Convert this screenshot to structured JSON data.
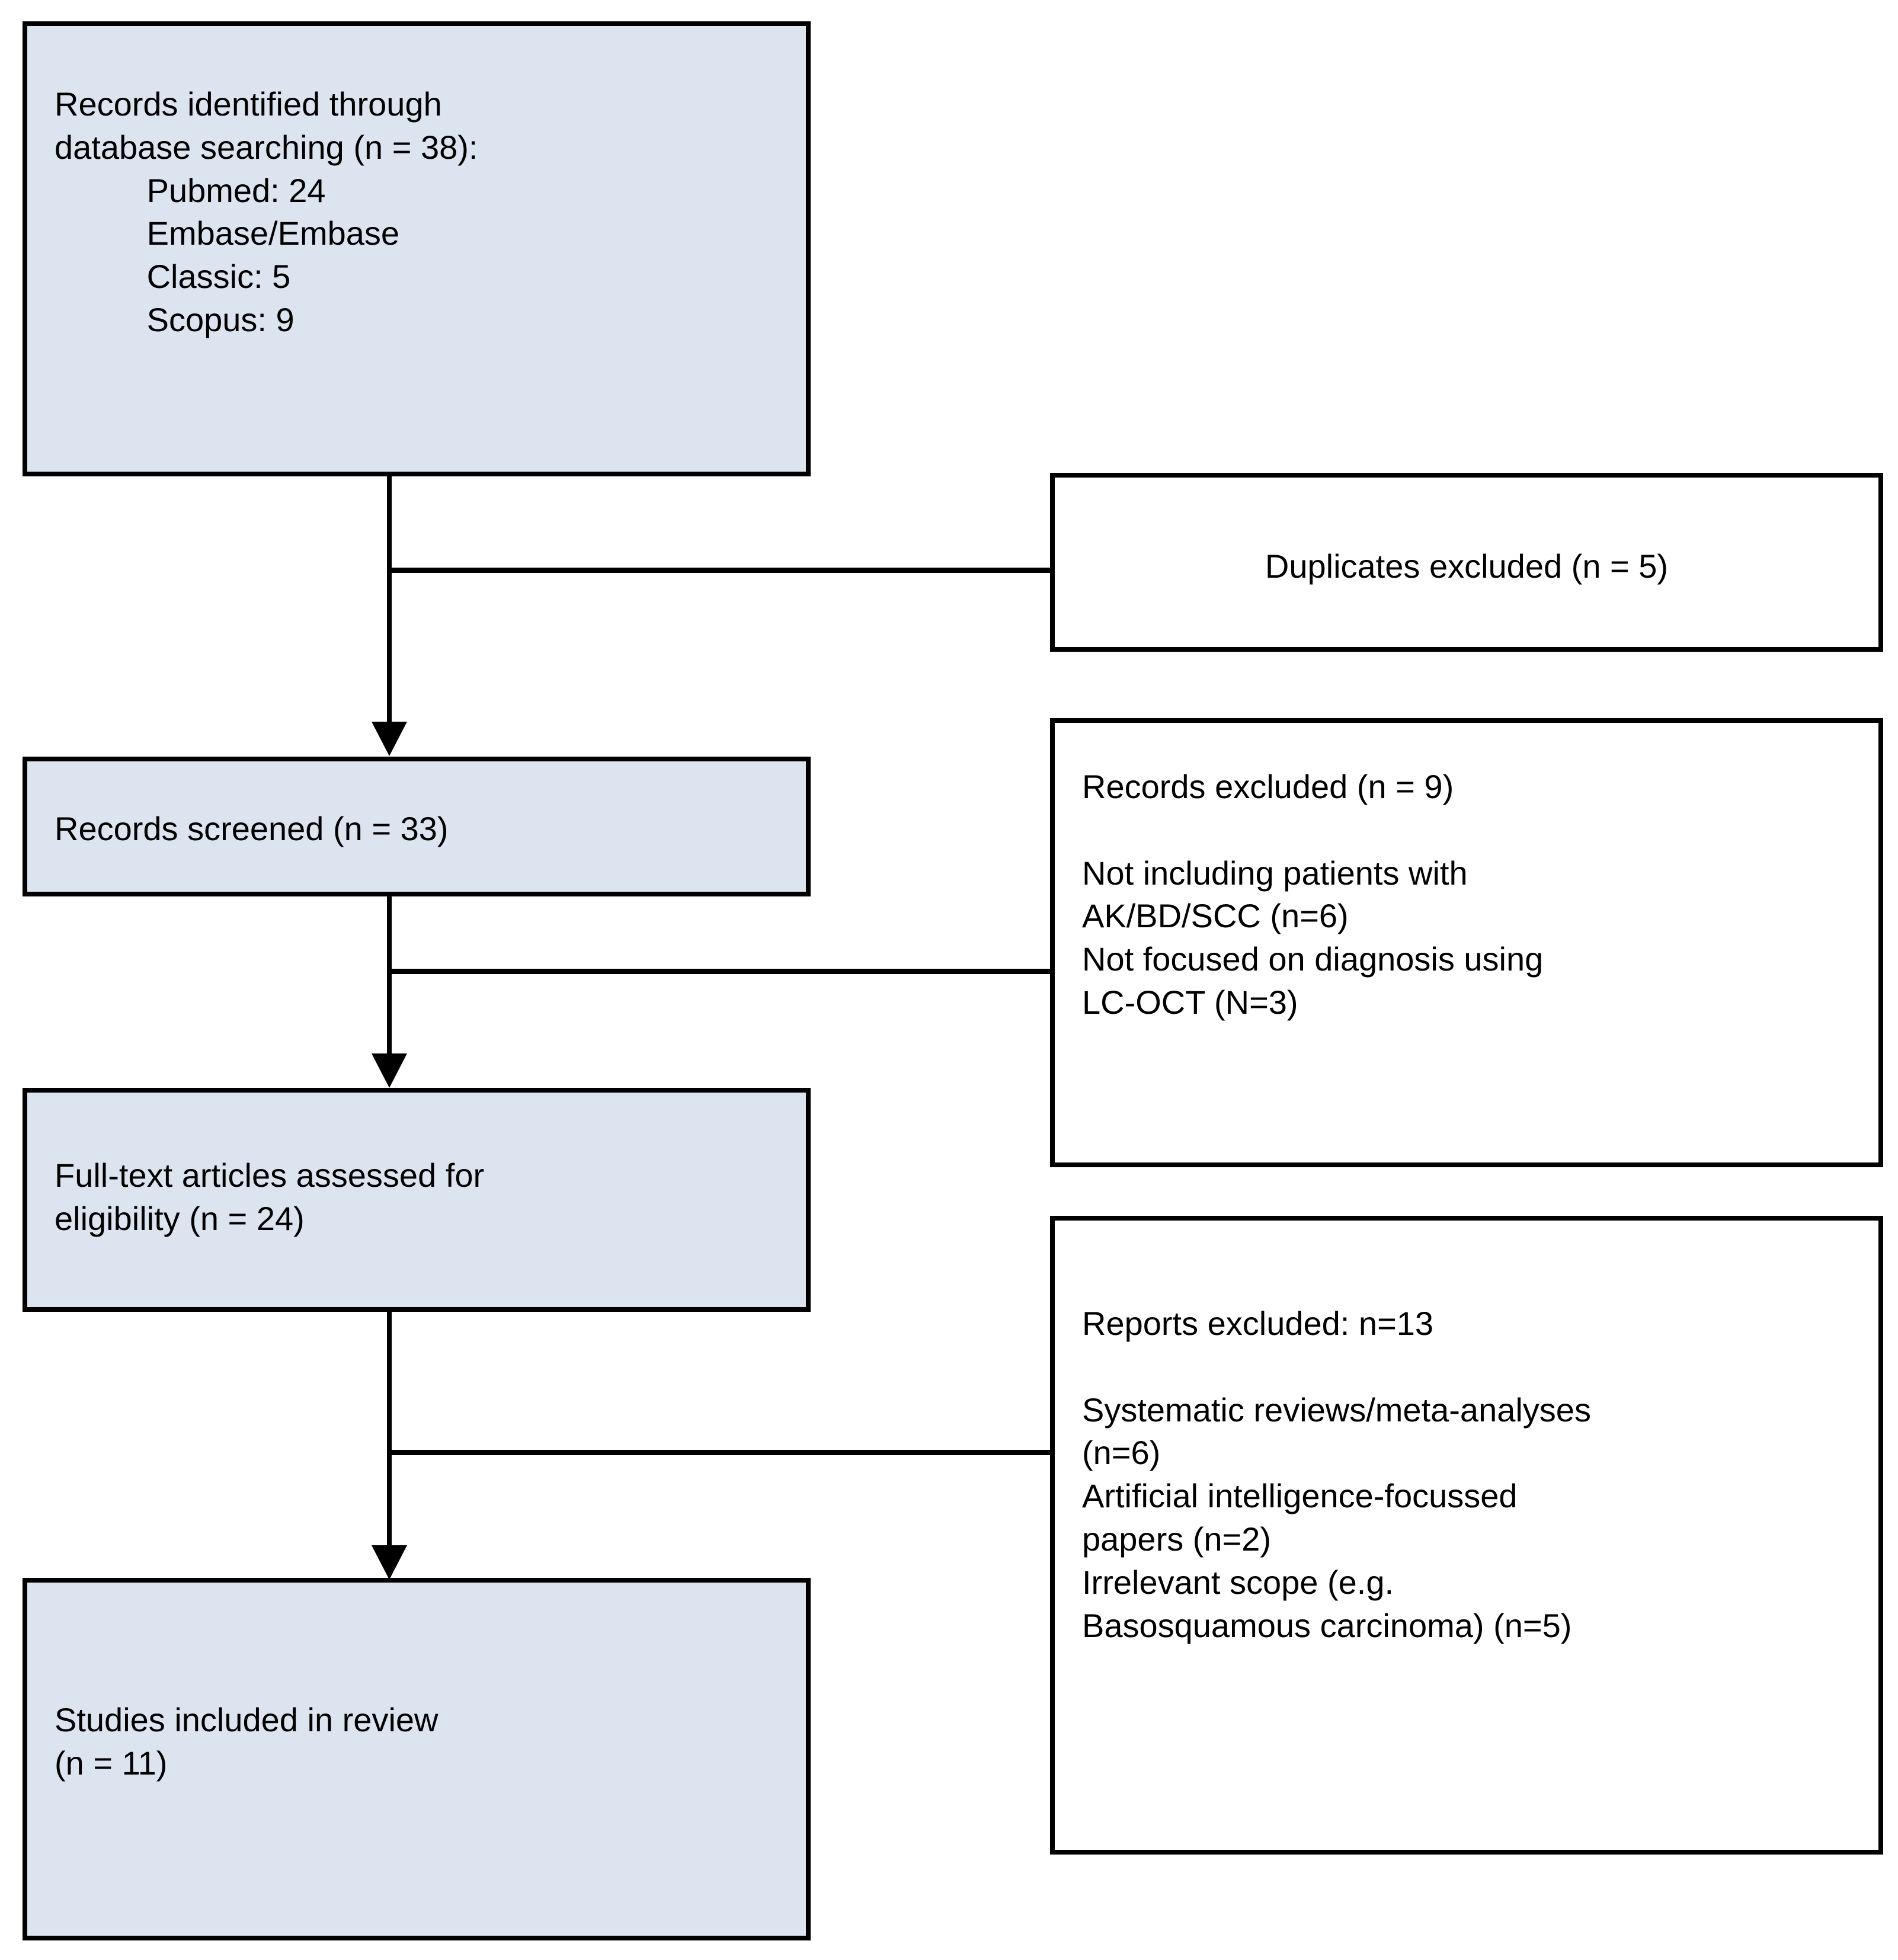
{
  "diagram": {
    "title": "PRISMA study selection flow diagram",
    "colors": {
      "node_fill": "#dce4ef",
      "node_border": "#000000",
      "plain_fill": "#ffffff",
      "text": "#000000",
      "canvas": "#ffffff"
    }
  },
  "nodes": {
    "identified": {
      "id": "records-identified",
      "text": "Records identified through\ndatabase searching (n = 38):\n          Pubmed: 24\n          Embase/Embase\n          Classic: 5\n          Scopus: 9",
      "line1": "Records identified through",
      "line2": "database searching (n = 38):",
      "line3": "Pubmed: 24",
      "line4": "Embase/Embase",
      "line5": "Classic: 5",
      "line6": "Scopus: 9",
      "count": 38,
      "sources": [
        {
          "name": "Pubmed",
          "n": 24
        },
        {
          "name": "Embase/Embase Classic",
          "n": 5
        },
        {
          "name": "Scopus",
          "n": 9
        }
      ],
      "style": "filled"
    },
    "duplicates_excluded": {
      "id": "duplicates-excluded",
      "text": "Duplicates excluded (n = 5)",
      "count": 5,
      "style": "plain"
    },
    "screened": {
      "id": "records-screened",
      "text": "Records screened (n = 33)",
      "count": 33,
      "style": "filled"
    },
    "records_excluded": {
      "id": "records-excluded",
      "text": "Records excluded (n = 9)\n\nNot including patients with\nAK/BD/SCC (n=6)\nNot focused on diagnosis using\nLC-OCT (N=3)",
      "heading": "Records excluded (n = 9)",
      "count": 9,
      "reasons": [
        {
          "label": "Not including patients with AK/BD/SCC",
          "n": 6
        },
        {
          "label": "Not focused on diagnosis using LC-OCT",
          "n": 3
        }
      ],
      "style": "plain"
    },
    "fulltext": {
      "id": "full-text-assessed",
      "text": "Full-text articles assessed for\neligibility (n = 24)",
      "count": 24,
      "style": "filled"
    },
    "reports_excluded": {
      "id": "reports-excluded",
      "text": "Reports excluded: n=13\n\nSystematic reviews/meta-analyses\n(n=6)\nArtificial intelligence-focussed\npapers (n=2)\nIrrelevant scope (e.g.\nBasosquamous carcinoma) (n=5)",
      "heading": "Reports excluded: n=13",
      "count": 13,
      "reasons": [
        {
          "label": "Systematic reviews/meta-analyses",
          "n": 6
        },
        {
          "label": "Artificial intelligence-focussed papers",
          "n": 2
        },
        {
          "label": "Irrelevant scope (e.g. Basosquamous carcinoma)",
          "n": 5
        }
      ],
      "style": "plain"
    },
    "included": {
      "id": "studies-included",
      "text": "Studies included in review\n(n = 11)",
      "count": 11,
      "style": "filled"
    }
  },
  "connectors": [
    {
      "name": "identified-to-screened",
      "type": "arrow-down"
    },
    {
      "name": "identified-to-duplicates",
      "type": "branch-right"
    },
    {
      "name": "screened-to-fulltext",
      "type": "arrow-down"
    },
    {
      "name": "screened-to-records-excluded",
      "type": "branch-right"
    },
    {
      "name": "fulltext-to-included",
      "type": "arrow-down"
    },
    {
      "name": "fulltext-to-reports-excluded",
      "type": "branch-right"
    }
  ]
}
